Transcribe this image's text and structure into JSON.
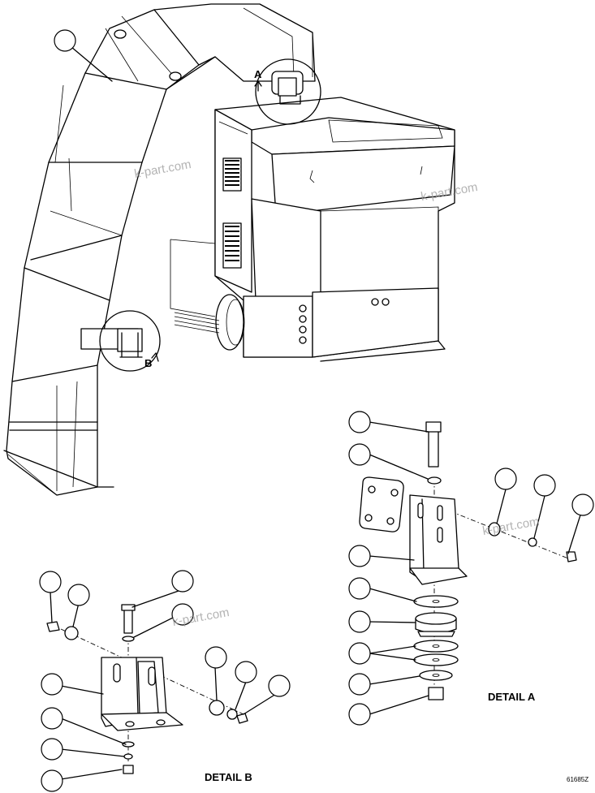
{
  "view_labels": {
    "detail_a": "DETAIL A",
    "detail_b": "DETAIL B",
    "view_a": "A",
    "view_b": "B"
  },
  "drawing_number": "61685Z",
  "watermark": "k-part.com"
}
